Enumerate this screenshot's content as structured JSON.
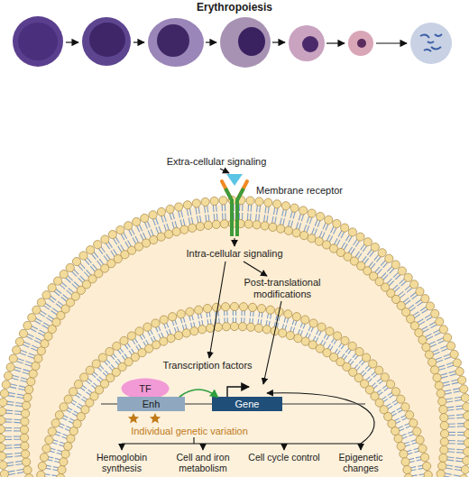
{
  "diagram": {
    "title": "Erythropoiesis",
    "nodes": [
      {
        "text": [
          "TF"
        ]
      },
      {
        "text": [
          "Enh"
        ]
      },
      {
        "text": [
          "Gene"
        ]
      }
    ],
    "edges": [
      {
        "from": 1,
        "to": 2,
        "arrow": "to"
      }
    ],
    "labels": [
      "Extra-cellular signaling",
      "Membrane receptor",
      "Intra-cellular signaling",
      "Post-translational modifications",
      "Transcription factors",
      "Individual genetic variation",
      "Hemoglobin synthesis",
      "Cell and iron metabolism",
      "Cell cycle control",
      "Epigenetic changes"
    ]
  }
}
